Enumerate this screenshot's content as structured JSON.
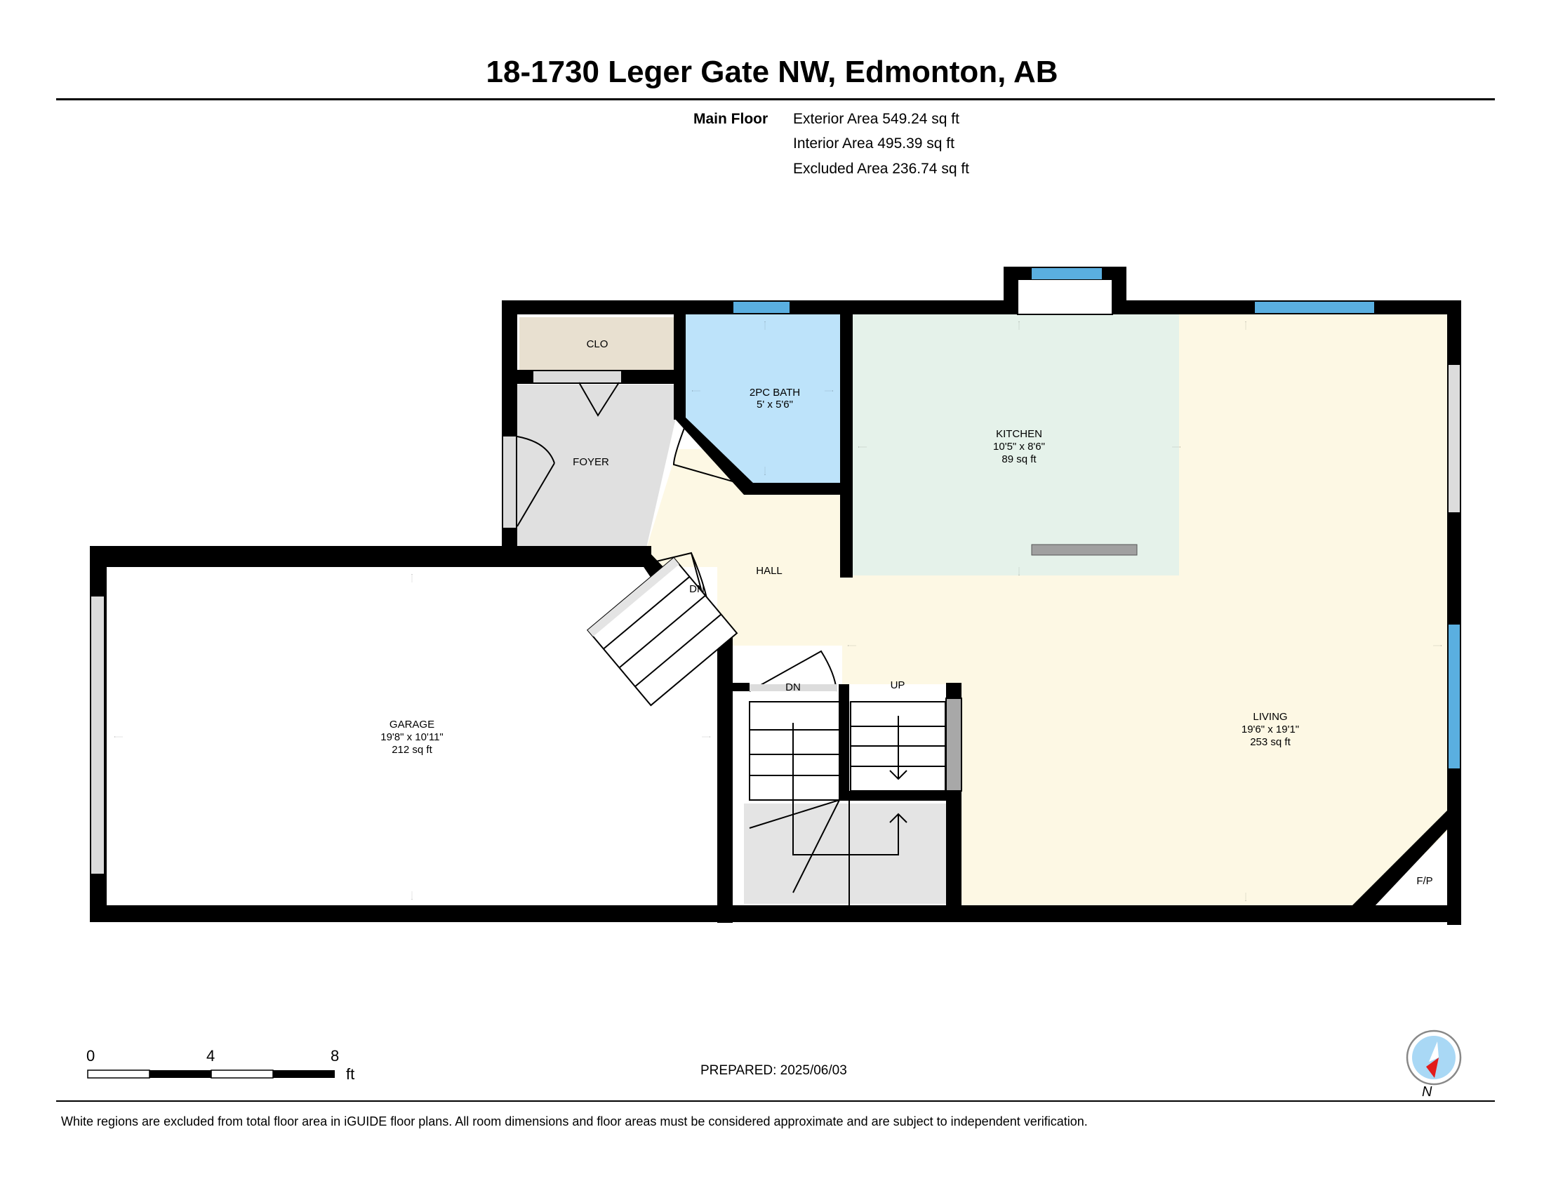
{
  "title": "18-1730 Leger Gate NW, Edmonton, AB",
  "floor": {
    "name": "Main Floor",
    "areas": [
      "Exterior Area 549.24 sq ft",
      "Interior Area 495.39 sq ft",
      "Excluded Area 236.74 sq ft"
    ]
  },
  "rooms": {
    "clo": {
      "name": "CLO"
    },
    "foyer": {
      "name": "FOYER"
    },
    "bath": {
      "name": "2PC BATH",
      "dims": "5' x 5'6\""
    },
    "kitchen": {
      "name": "KITCHEN",
      "dims": "10'5\" x 8'6\"",
      "area": "89 sq ft"
    },
    "hall": {
      "name": "HALL"
    },
    "garage": {
      "name": "GARAGE",
      "dims": "19'8\" x 10'11\"",
      "area": "212 sq ft"
    },
    "living": {
      "name": "LIVING",
      "dims": "19'6\" x 19'1\"",
      "area": "253 sq ft"
    },
    "fireplace": {
      "name": "F/P"
    }
  },
  "stairs": {
    "down_label": "DN",
    "up_label": "UP"
  },
  "scale": {
    "ticks": [
      "0",
      "4",
      "8"
    ],
    "unit": "ft"
  },
  "compass": {
    "label": "N"
  },
  "prepared": "PREPARED: 2025/06/03",
  "disclaimer": "White regions are excluded from total floor area in iGUIDE floor plans. All room dimensions and floor areas must be considered approximate and are subject to independent verification.",
  "colors": {
    "wall": "#000000",
    "window": "#5aafe0",
    "clo": "#e8e0d0",
    "foyer": "#e0e0e0",
    "bath": "#bde3fa",
    "kitchen": "#e5f2ea",
    "hall_living": "#fdf8e4",
    "stairs": "#e4e4e4",
    "door_opening": "#dcdcdc",
    "compass_fill": "#a9d8f5",
    "needle": "#e21b1b"
  }
}
